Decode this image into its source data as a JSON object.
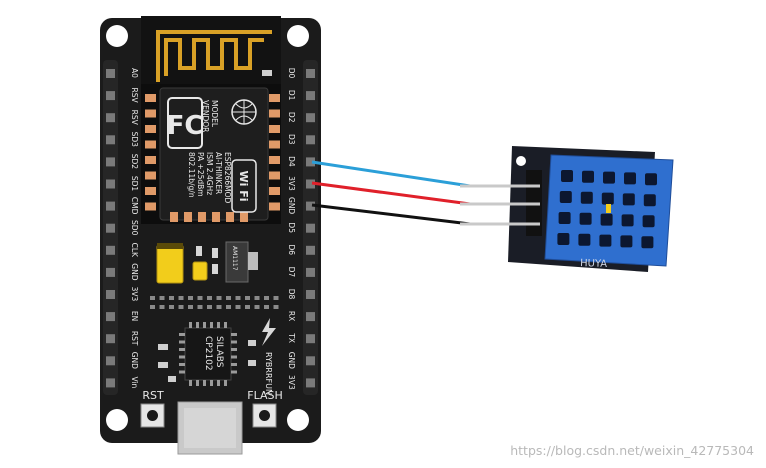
{
  "board": {
    "left_pins": [
      "A0",
      "RSV",
      "RSV",
      "SD3",
      "SD2",
      "SD1",
      "CMD",
      "SD0",
      "CLK",
      "GND",
      "3V3",
      "EN",
      "RST",
      "GND",
      "Vin"
    ],
    "right_pins": [
      "D0",
      "D1",
      "D2",
      "D3",
      "D4",
      "3V3",
      "GND",
      "D5",
      "D6",
      "D7",
      "D8",
      "RX",
      "TX",
      "GND",
      "3V3"
    ],
    "module": {
      "fc_mark": "FC",
      "wifi_mark": "Wi Fi",
      "lines": [
        "MODEL",
        "VENDOR",
        "ESP8266MOD",
        "AI-THINKER",
        "ISM 2.4GHz",
        "PA +25dBm",
        "802.11b/g/n"
      ]
    },
    "regulator_label": "AM1117",
    "usb_chip": {
      "line1": "SILABS",
      "line2": "CP2102"
    },
    "maker_label": "RYBRRFUN",
    "rst_label": "RST",
    "flash_label": "FLASH"
  },
  "sensor": {
    "label": "HUYA"
  },
  "wires": [
    {
      "from": "D4",
      "color": "#2b9fd8"
    },
    {
      "from": "3V3",
      "color": "#e0202a"
    },
    {
      "from": "GND",
      "color": "#111111"
    }
  ],
  "watermark": "https://blog.csdn.net/weixin_42775304"
}
